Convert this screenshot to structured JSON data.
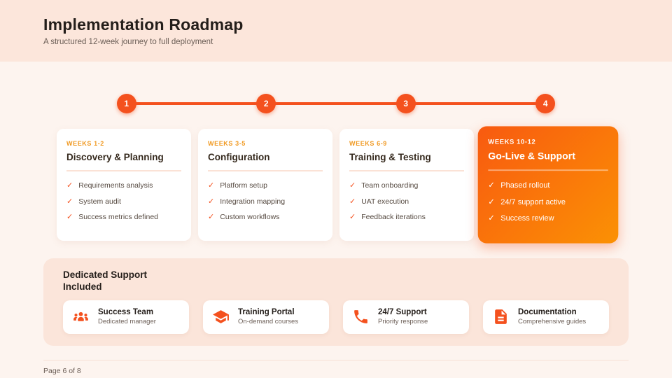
{
  "header": {
    "title": "Implementation Roadmap",
    "subtitle": "A structured 12-week journey to full deployment"
  },
  "timeline": {
    "steps": [
      "1",
      "2",
      "3",
      "4"
    ]
  },
  "phases": [
    {
      "weeks": "WEEKS 1-2",
      "title": "Discovery & Planning",
      "items": [
        "Requirements analysis",
        "System audit",
        "Success metrics defined"
      ],
      "highlighted": false
    },
    {
      "weeks": "WEEKS 3-5",
      "title": "Configuration",
      "items": [
        "Platform setup",
        "Integration mapping",
        "Custom workflows"
      ],
      "highlighted": false
    },
    {
      "weeks": "WEEKS 6-9",
      "title": "Training & Testing",
      "items": [
        "Team onboarding",
        "UAT execution",
        "Feedback iterations"
      ],
      "highlighted": false
    },
    {
      "weeks": "WEEKS 10-12",
      "title": "Go-Live & Support",
      "items": [
        "Phased rollout",
        "24/7 support active",
        "Success review"
      ],
      "highlighted": true
    }
  ],
  "support": {
    "title": "Dedicated Support Included",
    "cards": [
      {
        "icon": "team-icon",
        "title": "Success Team",
        "subtitle": "Dedicated manager"
      },
      {
        "icon": "graduation-cap-icon",
        "title": "Training Portal",
        "subtitle": "On-demand courses"
      },
      {
        "icon": "phone-icon",
        "title": "24/7 Support",
        "subtitle": "Priority response"
      },
      {
        "icon": "document-icon",
        "title": "Documentation",
        "subtitle": "Comprehensive guides"
      }
    ]
  },
  "footer": {
    "page_label": "Page 6 of 8"
  },
  "icons": {
    "check": "✓"
  },
  "colors": {
    "accent": "#f4511e",
    "weeks_label": "#f0981f",
    "header_bg": "#fce6db",
    "body_bg": "#fdf4ef",
    "support_bg": "#fbe5da",
    "highlight_gradient_start": "#f85a10",
    "highlight_gradient_end": "#fb9104",
    "text_dark": "#241e1a",
    "text_muted": "#6b5e56"
  }
}
